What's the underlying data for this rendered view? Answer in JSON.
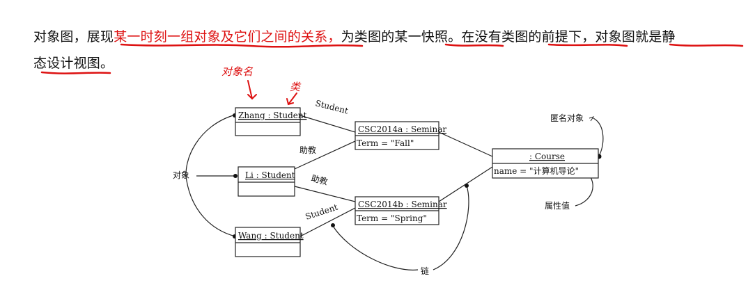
{
  "paragraph": {
    "seg1": "对象图，展现",
    "seg2_highlight": "某一时刻一组对象及它们之间的关系，",
    "seg3": "为类图的某一快照。在没有类图的前提下，对象图就是静",
    "seg4": "态设计视图。"
  },
  "annotations": {
    "object_name_note": "对象名",
    "class_note": "类"
  },
  "diagram": {
    "objects": {
      "zhang": {
        "name": "Zhang : Student"
      },
      "li": {
        "name": "Li : Student"
      },
      "wang": {
        "name": "Wang : Student"
      },
      "csc2014a": {
        "name": "CSC2014a : Seminar",
        "attr": "Term = \"Fall\""
      },
      "csc2014b": {
        "name": "CSC2014b : Seminar",
        "attr": "Term = \"Spring\""
      },
      "course": {
        "name": ": Course",
        "attr": "name = \"计算机导论\""
      }
    },
    "link_labels": {
      "zhang_student": "Student",
      "li_assist_a": "助教",
      "li_assist_b": "助教",
      "wang_student": "Student"
    },
    "callouts": {
      "object": "对象",
      "anonymous_object": "匿名对象",
      "attribute_value": "属性值",
      "link": "链"
    }
  },
  "colors": {
    "text": "#111111",
    "highlight": "#dd1111",
    "line": "#222222"
  }
}
